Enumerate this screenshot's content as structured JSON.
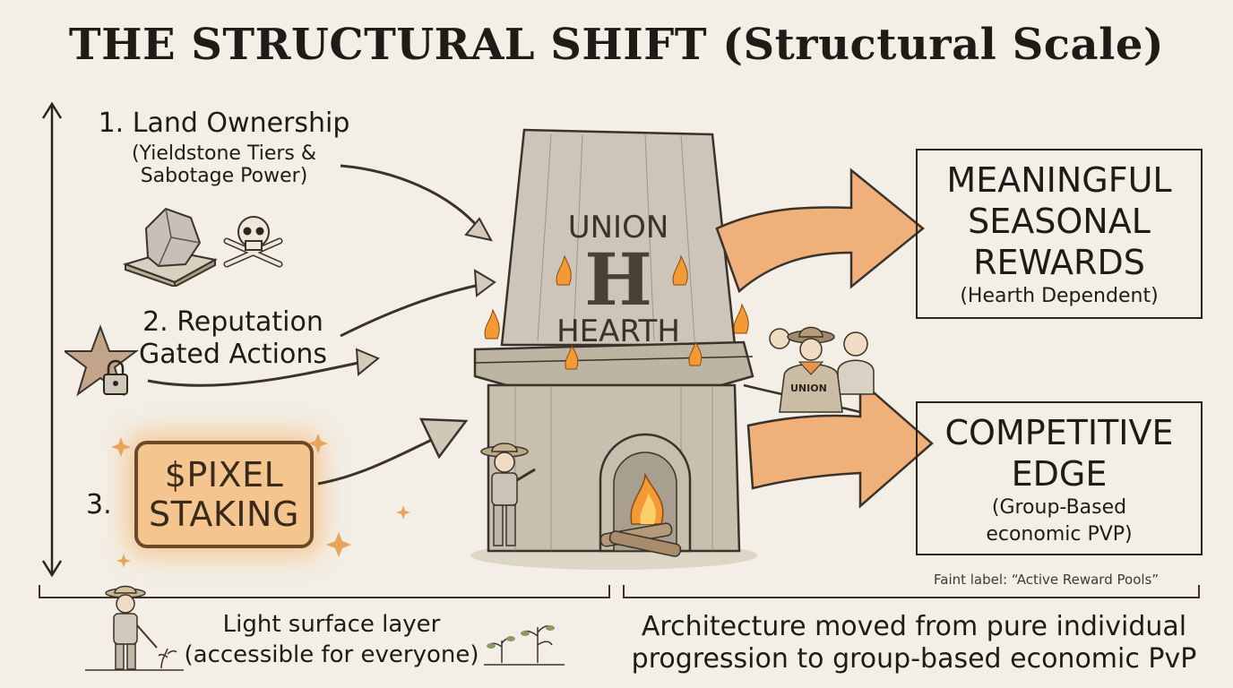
{
  "title": "THE STRUCTURAL SHIFT (Structural Scale)",
  "inputs": [
    {
      "label": "1. Land Ownership",
      "sub1": "(Yieldstone Tiers &",
      "sub2": "Sabotage Power)"
    },
    {
      "label_line1": "2. Reputation",
      "label_line2": "Gated Actions"
    },
    {
      "number": "3.",
      "badge_line1": "$PIXEL",
      "badge_line2": "STAKING"
    }
  ],
  "hearth": {
    "top_text": "UNION",
    "letter": "H",
    "bottom_text": "HEARTH",
    "badge": "UNION"
  },
  "outputs": [
    {
      "line1": "MEANINGFUL",
      "line2": "SEASONAL",
      "line3": "REWARDS",
      "sub": "(Hearth Dependent)"
    },
    {
      "line1": "COMPETITIVE",
      "line2": "EDGE",
      "sub1": "(Group-Based",
      "sub2": "economic PVP)"
    }
  ],
  "faint_label": "Faint label: “Active Reward Pools”",
  "bottom_left": {
    "line1": "Light surface layer",
    "line2": "(accessible for everyone)"
  },
  "bottom_right": {
    "line1": "Architecture moved from pure individual",
    "line2": "progression to group-based economic PvP"
  },
  "colors": {
    "background": "#f3efe6",
    "ink": "#1f1b16",
    "accent_orange": "#e59a55",
    "stone": "#b9b1a4",
    "fire": "#f08a2a"
  },
  "icons": [
    "stone-icon",
    "skull-crossbones-icon",
    "star-lock-icon",
    "sparkle-icon",
    "farmer-icon",
    "crowd-icon",
    "sprout-icon"
  ]
}
